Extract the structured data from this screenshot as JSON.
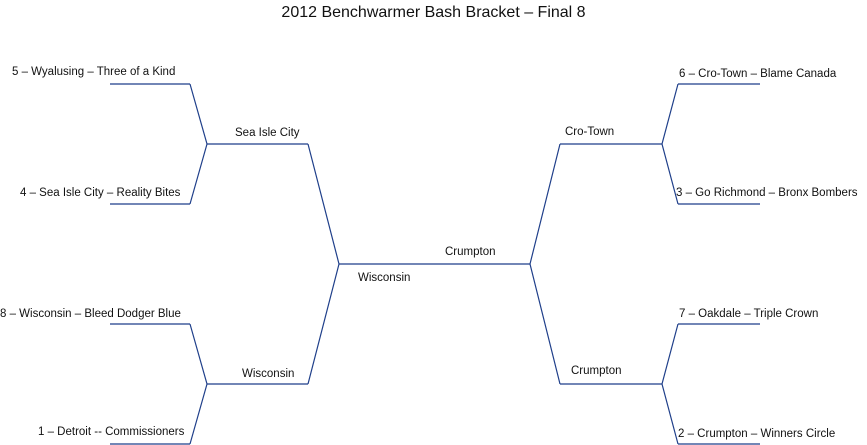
{
  "title": "2012 Benchwarmer Bash Bracket – Final 8",
  "left": {
    "round1": [
      "5 – Wyalusing – Three of a Kind",
      "4 – Sea Isle City – Reality Bites",
      "8 – Wisconsin – Bleed Dodger Blue",
      "1 – Detroit -- Commissioners"
    ],
    "round2": [
      "Sea Isle City",
      "Wisconsin"
    ],
    "semi": "Wisconsin"
  },
  "right": {
    "round1": [
      "6 – Cro-Town – Blame Canada",
      "3 – Go Richmond – Bronx Bombers",
      "7 – Oakdale – Triple Crown",
      "2 – Crumpton – Winners Circle"
    ],
    "round2": [
      "Cro-Town",
      "Crumpton"
    ],
    "semi": "Crumpton"
  }
}
